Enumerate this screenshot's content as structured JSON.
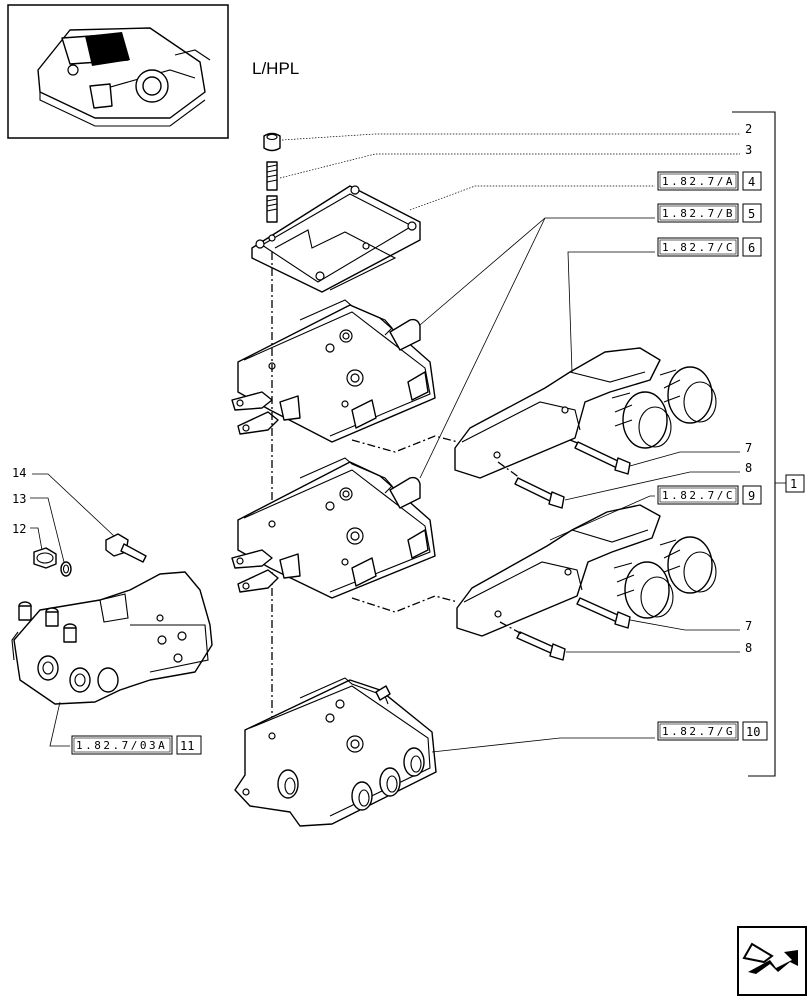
{
  "header": {
    "title": "L/HPL"
  },
  "callouts": {
    "c1": "1",
    "c2": "2",
    "c3": "3",
    "c4": "4",
    "c5": "5",
    "c6": "6",
    "c7a": "7",
    "c8a": "8",
    "c9": "9",
    "c7b": "7",
    "c8b": "8",
    "c10": "10",
    "c11": "11",
    "c12": "12",
    "c13": "13",
    "c14": "14"
  },
  "references": {
    "r4": "1.82.7/A",
    "r5": "1.82.7/B",
    "r6": "1.82.7/C",
    "r9": "1.82.7/C",
    "r10": "1.82.7/G",
    "r11": "1.82.7/03A"
  },
  "icons": {
    "thumbnail": "assembly-thumbnail-icon",
    "navigation": "next-page-arrow-icon"
  }
}
